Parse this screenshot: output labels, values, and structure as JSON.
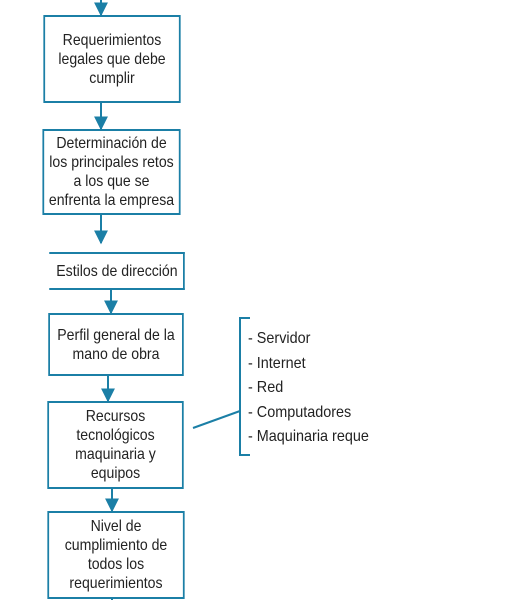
{
  "colors": {
    "line": "#1b7fa6",
    "text": "#222222",
    "background": "#ffffff"
  },
  "boxes": [
    {
      "id": "requerimientos-legales",
      "text": "Requerimientos\nlegales que debe\ncumplir"
    },
    {
      "id": "principales-retos",
      "text": "Determinación de\nlos principales retos\na los que se\nenfrenta la empresa"
    },
    {
      "id": "estilos-direccion",
      "text": "Estilos de dirección"
    },
    {
      "id": "perfil-mano-obra",
      "text": "Perfil general de la\nmano de obra"
    },
    {
      "id": "recursos-tecnologicos",
      "text": "Recursos\ntecnológicos\nmaquinaria y\nequipos"
    },
    {
      "id": "nivel-cumplimiento",
      "text": "Nivel de\ncumplimiento de\ntodos los\nrequerimientos"
    }
  ],
  "resource_list": [
    "- Servidor",
    "- Internet",
    "- Red",
    "- Computadores",
    "- Maquinaria reque"
  ]
}
